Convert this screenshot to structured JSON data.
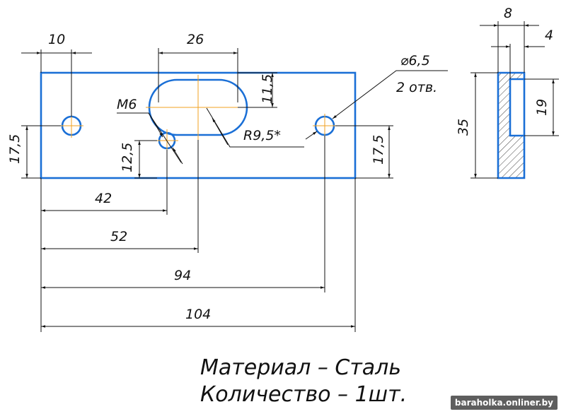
{
  "dimensions": {
    "top_left": "10",
    "top_slot": "26",
    "slot_height": "11,5",
    "m6": "M6",
    "radius": "R9,5*",
    "hole_dia": "⌀6,5",
    "hole_count": "2 отв.",
    "left_height": "17,5",
    "m6_height": "12,5",
    "right_height": "17,5",
    "d42": "42",
    "d52": "52",
    "d94": "94",
    "d104": "104",
    "side_width": "8",
    "side_recess": "4",
    "side_height": "35",
    "side_slot": "19"
  },
  "notes": {
    "material": "Материал – Сталь",
    "quantity": "Количество – 1шт."
  },
  "watermark": "baraholka.onliner.by"
}
